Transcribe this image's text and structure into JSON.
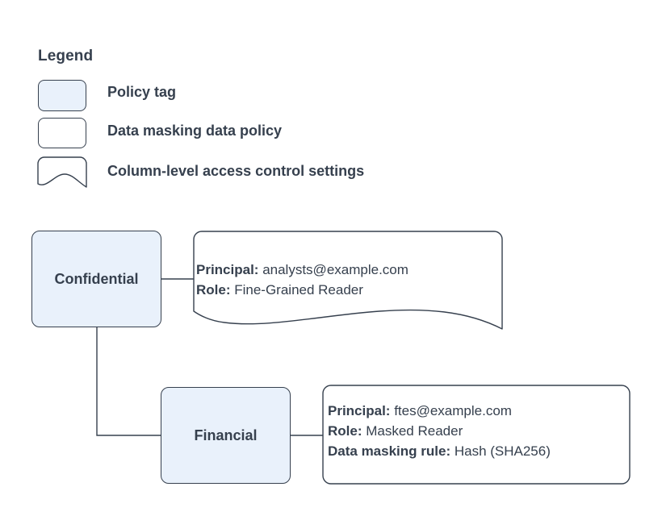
{
  "legend": {
    "title": "Legend",
    "items": [
      {
        "label": "Policy tag",
        "swatch": "policy-tag-swatch"
      },
      {
        "label": "Data masking data policy",
        "swatch": "data-policy-swatch"
      },
      {
        "label": "Column-level access control settings",
        "swatch": "access-control-swatch"
      }
    ]
  },
  "nodes": [
    {
      "id": "confidential",
      "label": "Confidential"
    },
    {
      "id": "financial",
      "label": "Financial"
    }
  ],
  "callouts": [
    {
      "id": "confidential-access",
      "shape": "wavy-bottom",
      "lines": [
        {
          "key": "Principal:",
          "value": " analysts@example.com"
        },
        {
          "key": "Role:",
          "value": " Fine-Grained Reader"
        }
      ]
    },
    {
      "id": "financial-masking",
      "shape": "rounded-rect",
      "lines": [
        {
          "key": "Principal:",
          "value": " ftes@example.com"
        },
        {
          "key": "Role:",
          "value": " Masked Reader"
        },
        {
          "key": "Data masking rule:",
          "value": " Hash (SHA256)"
        }
      ]
    }
  ],
  "connectors": [
    {
      "from": "confidential",
      "to": "confidential-access"
    },
    {
      "from": "confidential",
      "to": "financial"
    },
    {
      "from": "financial",
      "to": "financial-masking"
    }
  ],
  "colors": {
    "node_fill": "#e9f1fb",
    "stroke": "#36404e",
    "text": "#36404e",
    "callout_fill": "#ffffff",
    "background": "#ffffff"
  }
}
